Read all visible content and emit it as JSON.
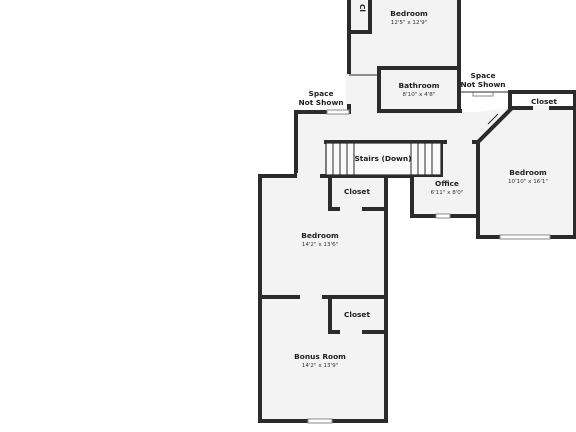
{
  "rooms": {
    "bedroom_top": {
      "name": "Bedroom",
      "dims": "12'5\" x 12'9\""
    },
    "closet_top": {
      "name": "Cl"
    },
    "bathroom": {
      "name": "Bathroom",
      "dims": "8'10\" x 4'8\""
    },
    "space_left": {
      "line1": "Space",
      "line2": "Not Shown"
    },
    "space_right": {
      "line1": "Space",
      "line2": "Not Shown"
    },
    "closet_right": {
      "name": "Closet"
    },
    "bedroom_right": {
      "name": "Bedroom",
      "dims": "10'10\" x 16'1\""
    },
    "stairs": {
      "name": "Stairs (Down)"
    },
    "office": {
      "name": "Office",
      "dims": "6'11\" x 8'0\""
    },
    "closet_mid": {
      "name": "Closet"
    },
    "bedroom_main": {
      "name": "Bedroom",
      "dims": "14'2\" x 13'6\""
    },
    "closet_lower": {
      "name": "Closet"
    },
    "bonus_room": {
      "name": "Bonus Room",
      "dims": "14'2\" x 13'9\""
    }
  },
  "colors": {
    "wall": "#2b2b2b",
    "floor": "#f3f3f3",
    "background": "#ffffff"
  }
}
